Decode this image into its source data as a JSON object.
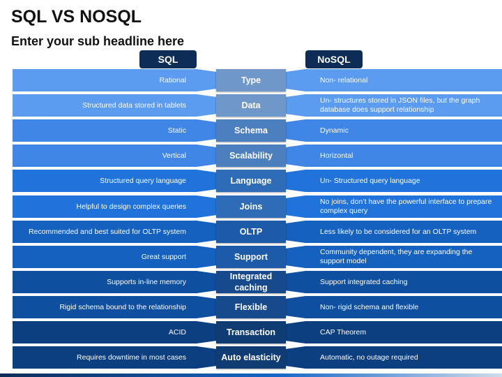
{
  "title": "SQL VS NOSQL",
  "subtitle": "Enter your sub headline here",
  "headers": {
    "sql": "SQL",
    "nosql": "NoSQL"
  },
  "colors": {
    "header_pill": "#0d2d57",
    "row_palette": [
      "#5b9bf0",
      "#3f86e6",
      "#1f73db",
      "#1561c0",
      "#0f4f9f",
      "#0c3f80",
      "#0a3268"
    ],
    "mid_palette": [
      "#6f97c9",
      "#4c7fbe",
      "#2f6cb8",
      "#1d5aa8",
      "#164a8d",
      "#103c74",
      "#0c2f5e"
    ]
  },
  "rows": [
    {
      "aspect": "Type",
      "sql": "Rational",
      "nosql": "Non- relational"
    },
    {
      "aspect": "Data",
      "sql": "Structured data stored in tablets",
      "nosql": "Un- structures stored in JSON files, but the graph database does support relationship"
    },
    {
      "aspect": "Schema",
      "sql": "Static",
      "nosql": "Dynamic"
    },
    {
      "aspect": "Scalability",
      "sql": "Vertical",
      "nosql": "Horizontal"
    },
    {
      "aspect": "Language",
      "sql": "Structured query language",
      "nosql": "Un- Structured query language"
    },
    {
      "aspect": "Joins",
      "sql": "Helpful to design complex queries",
      "nosql": "No joins, don’t have the powerful interface to prepare complex query"
    },
    {
      "aspect": "OLTP",
      "sql": "Recommended and best suited for OLTP system",
      "nosql": "Less likely to be considered for an OLTP system"
    },
    {
      "aspect": "Support",
      "sql": "Great support",
      "nosql": "Community dependent, they are expanding the support model"
    },
    {
      "aspect": "Integrated caching",
      "sql": "Supports in-line memory",
      "nosql": "Support integrated caching"
    },
    {
      "aspect": "Flexible",
      "sql": "Rigid schema bound to the relationship",
      "nosql": "Non- rigid schema and flexible"
    },
    {
      "aspect": "Transaction",
      "sql": "ACID",
      "nosql": "CAP Theorem"
    },
    {
      "aspect": "Auto elasticity",
      "sql": "Requires downtime in most cases",
      "nosql": "Automatic, no outage required"
    }
  ]
}
